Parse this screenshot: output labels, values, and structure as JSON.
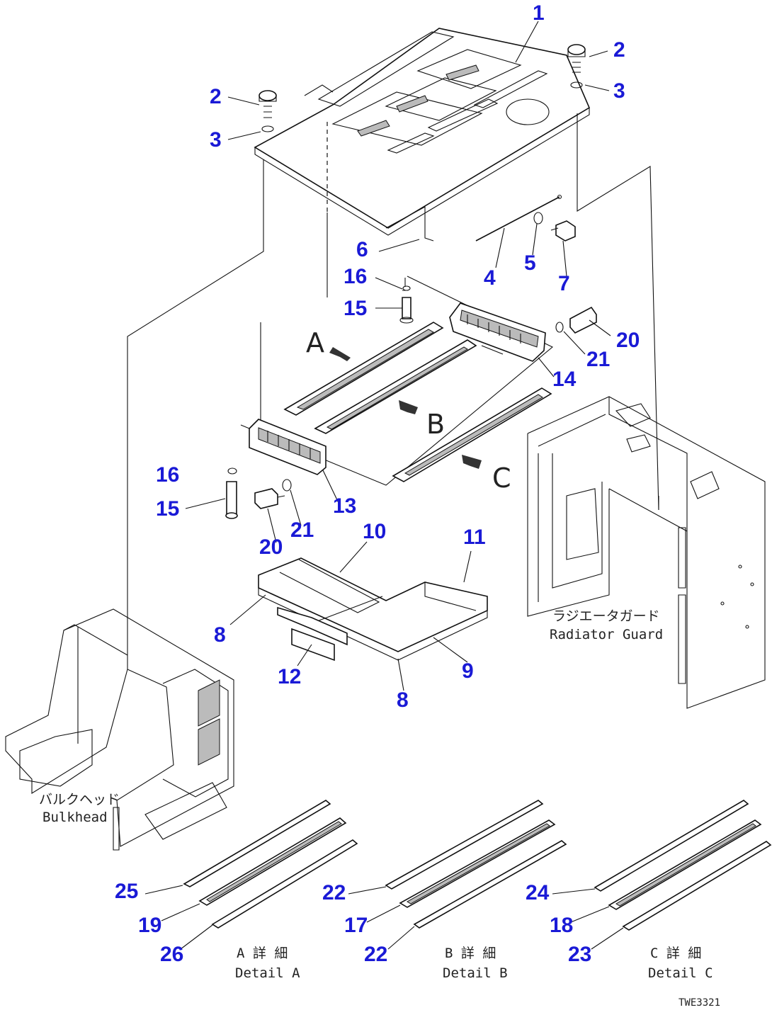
{
  "callouts": {
    "n1": "1",
    "n2a": "2",
    "n3a": "3",
    "n2b": "2",
    "n3b": "3",
    "n4": "4",
    "n5": "5",
    "n6": "6",
    "n7": "7",
    "n8a": "8",
    "n8b": "8",
    "n9": "9",
    "n10": "10",
    "n11": "11",
    "n12": "12",
    "n13": "13",
    "n14": "14",
    "n15a": "15",
    "n16a": "16",
    "n15b": "15",
    "n16b": "16",
    "n17": "17",
    "n18": "18",
    "n19": "19",
    "n20a": "20",
    "n21a": "21",
    "n20b": "20",
    "n21b": "21",
    "n22a": "22",
    "n22b": "22",
    "n23": "23",
    "n24": "24",
    "n25": "25",
    "n26": "26"
  },
  "view_arrows": {
    "a": "A",
    "b": "B",
    "c": "C"
  },
  "captions": {
    "radiator_jp": "ラジエータガード",
    "radiator_en": "Radiator Guard",
    "bulkhead_jp": "バルクヘッド",
    "bulkhead_en": "Bulkhead",
    "detail_a_jp": "A 詳 細",
    "detail_a_en": "Detail A",
    "detail_b_jp": "B 詳 細",
    "detail_b_en": "Detail B",
    "detail_c_jp": "C 詳 細",
    "detail_c_en": "Detail C"
  },
  "drawing_code": "TWE3321"
}
